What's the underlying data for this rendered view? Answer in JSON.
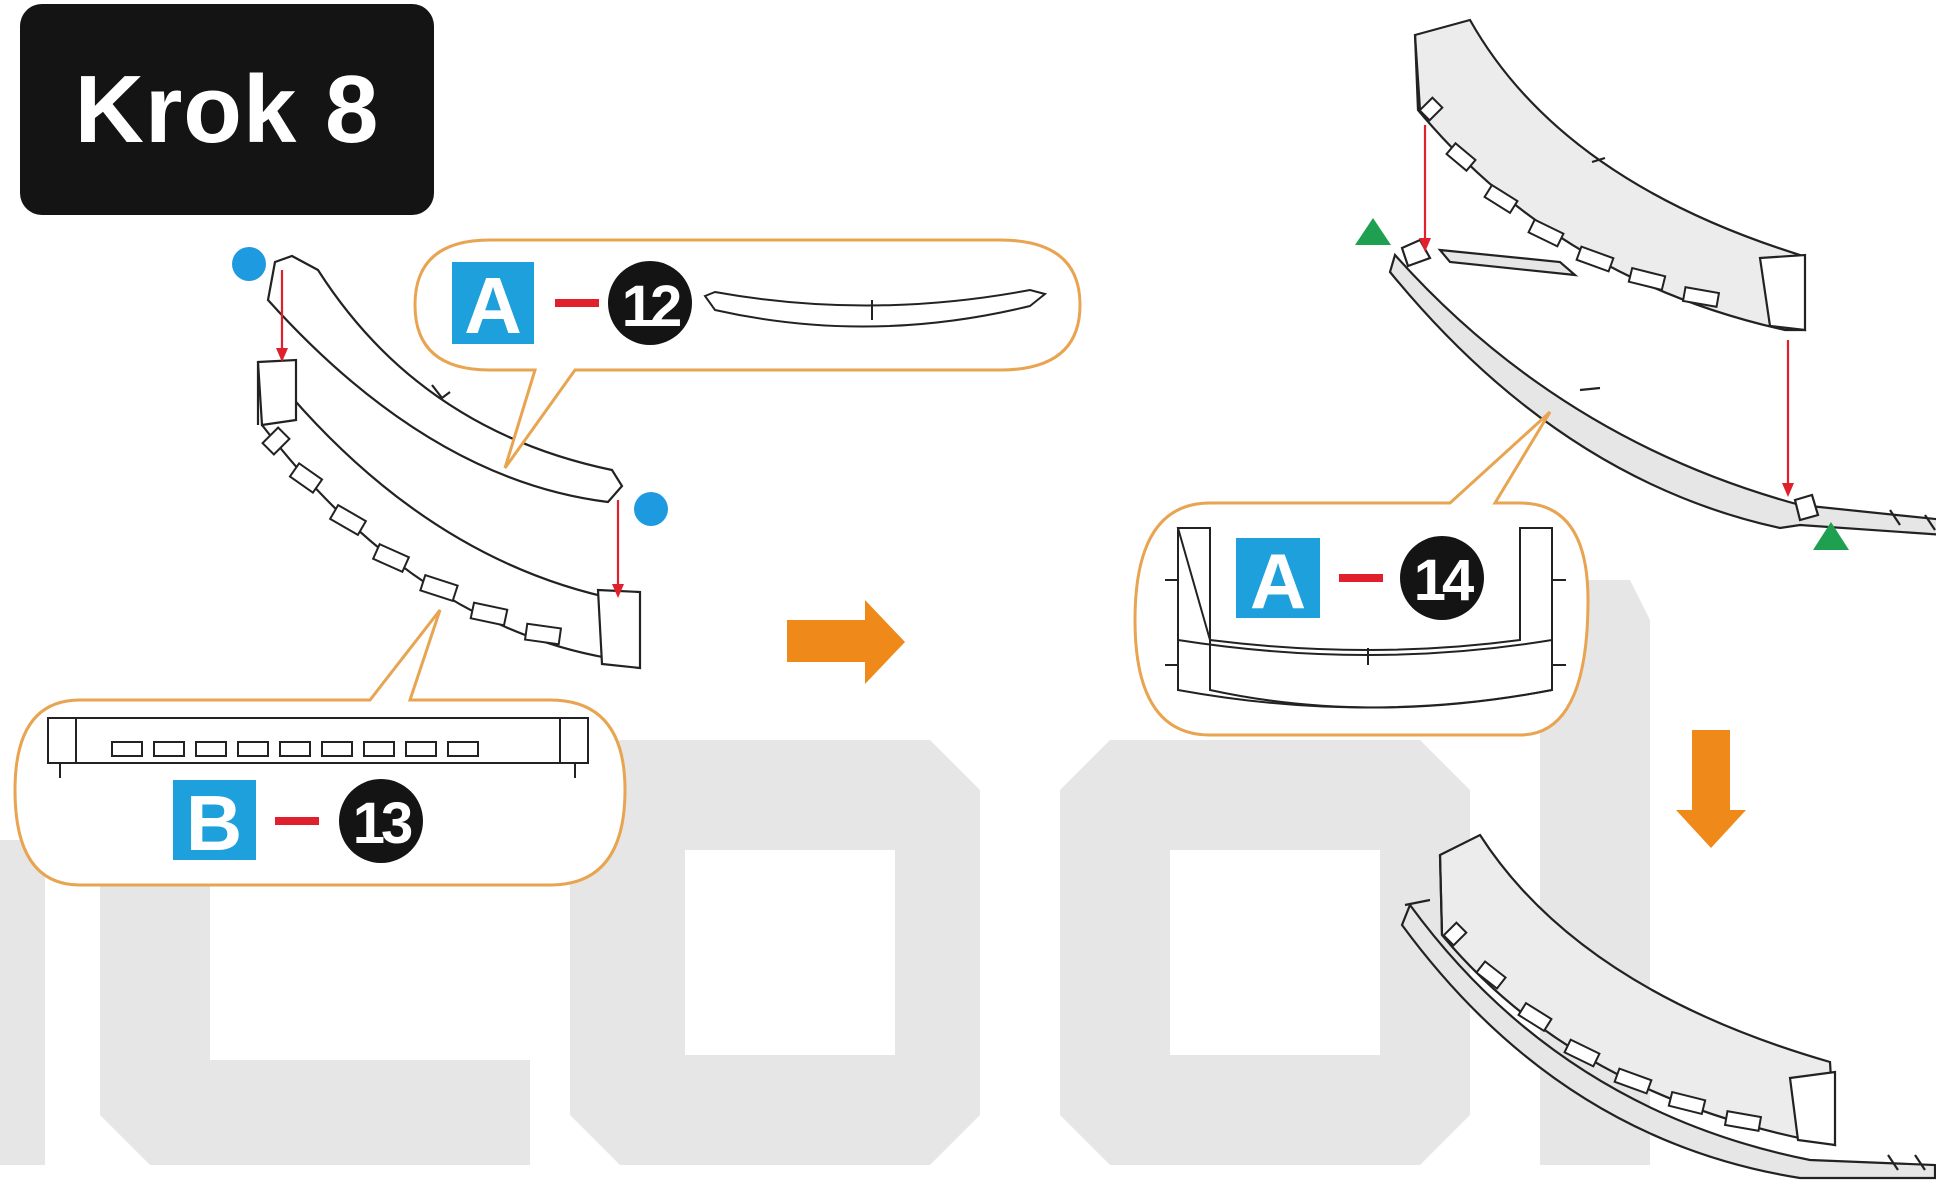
{
  "step": {
    "title": "Krok 8"
  },
  "callouts": {
    "part_12": {
      "sheet": "A",
      "number": "12"
    },
    "part_13": {
      "sheet": "B",
      "number": "13"
    },
    "part_14": {
      "sheet": "A",
      "number": "14"
    }
  },
  "colors": {
    "badge_bg": "#141414",
    "sheet_label_bg": "#1ea0dc",
    "callout_border": "#e8a450",
    "arrow_orange": "#ef8a1a",
    "guide_red": "#e0202c",
    "marker_blue": "#1e9be0",
    "marker_green": "#1ea050",
    "watermark_gray": "#e6e6e6"
  },
  "markers": {
    "step_1": "blue-circle",
    "step_2": "green-triangle"
  },
  "watermark": {
    "text": "cool"
  }
}
